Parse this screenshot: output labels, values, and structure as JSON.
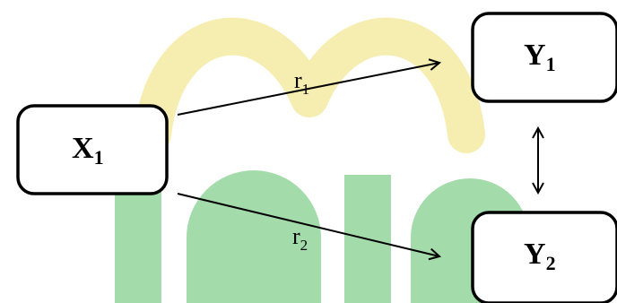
{
  "nodes": {
    "x1": {
      "main": "X",
      "sub": "1"
    },
    "y1": {
      "main": "Y",
      "sub": "1"
    },
    "y2": {
      "main": "Y",
      "sub": "2"
    }
  },
  "edges": {
    "r1": {
      "main": "r",
      "sub": "1"
    },
    "r2": {
      "main": "r",
      "sub": "2"
    }
  },
  "watermark": {
    "text": "Iain",
    "colors": {
      "yellow": "#f6edb0",
      "green": "#a3dcaa"
    }
  }
}
